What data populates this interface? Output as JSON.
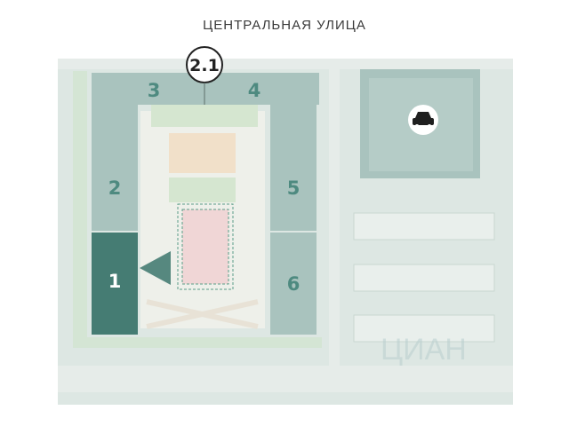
{
  "street_label": "ЦЕНТРАЛЬНАЯ УЛИЦА",
  "building_callout": "2.1",
  "buildings": [
    {
      "label": "1",
      "selected": true
    },
    {
      "label": "2",
      "selected": false
    },
    {
      "label": "3",
      "selected": false
    },
    {
      "label": "4",
      "selected": false
    },
    {
      "label": "5",
      "selected": false
    },
    {
      "label": "6",
      "selected": false
    }
  ],
  "parking_icon": "car-icon",
  "watermark": "ЦИАН",
  "colors": {
    "selected_building": "#457c73",
    "building": "#a9c3be",
    "ground": "#dde7e3",
    "accent": "#4e8a80"
  }
}
